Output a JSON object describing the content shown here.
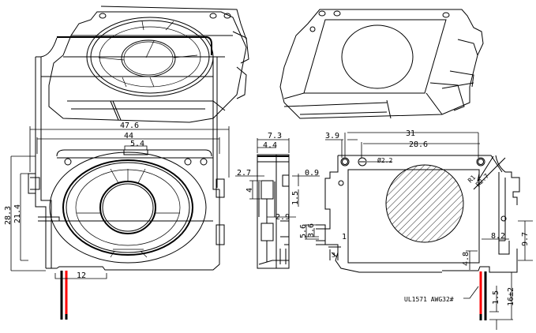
{
  "drawing": {
    "wire_colors": {
      "positive": "#ff0000",
      "negative": "#000000"
    },
    "front_view": {
      "dims": {
        "overall_width": "47.6",
        "inner_width": "44",
        "tab_width": "5.4",
        "overall_height": "28.3",
        "inner_height": "21.4",
        "wire_exit_width": "12"
      }
    },
    "side_view": {
      "dims": {
        "depth": "7.3",
        "depth_inner": "4.4",
        "offset_a": "2.7",
        "offset_b": "0.9",
        "pad_height": "4",
        "pad_gap": "1.5",
        "center_offset": "2.9",
        "terminal_outer": "5.6",
        "terminal_inner": "3.6"
      }
    },
    "back_view": {
      "dims": {
        "hole_offset": "3.9",
        "hole_span_outer": "31",
        "hole_span_inner": "28.6",
        "hole_diameter": "Ø2.2",
        "corner_radius_a": "R1",
        "corner_radius_b": "R2.7",
        "lead_offset": "8.2",
        "lead_height": "9.7",
        "lead_gap": "4.8",
        "tab_height": "3",
        "tab_depth": "1",
        "strip_length": "1.5",
        "wire_length": "16±2"
      },
      "wire_spec": "UL1571 AWG32#"
    }
  }
}
